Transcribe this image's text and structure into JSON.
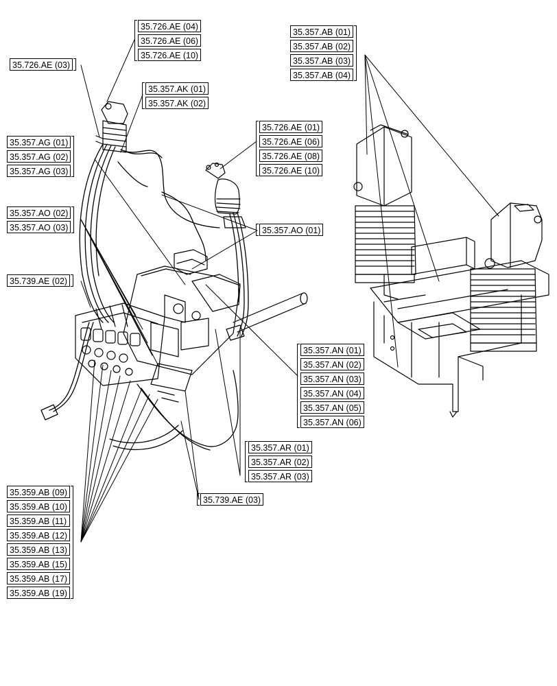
{
  "refs": {
    "g1": [
      "35.726.AE (04)",
      "35.726.AE (06)",
      "35.726.AE (10)"
    ],
    "g2": [
      "35.726.AE (03)"
    ],
    "g3": [
      "35.357.AK (01)",
      "35.357.AK (02)"
    ],
    "g4": [
      "35.357.AG (01)",
      "35.357.AG (02)",
      "35.357.AG (03)"
    ],
    "g5": [
      "35.726.AE (01)",
      "35.726.AE (06)",
      "35.726.AE (08)",
      "35.726.AE (10)"
    ],
    "g6": [
      "35.357.AO (02)",
      "35.357.AO (03)"
    ],
    "g7": [
      "35.357.AO (01)"
    ],
    "g8": [
      "35.739.AE (02)"
    ],
    "g9": [
      "35.357.AN (01)",
      "35.357.AN (02)",
      "35.357.AN (03)",
      "35.357.AN (04)",
      "35.357.AN (05)",
      "35.357.AN (06)"
    ],
    "g10": [
      "35.357.AR (01)",
      "35.357.AR (02)",
      "35.357.AR (03)"
    ],
    "g11": [
      "35.739.AE (03)"
    ],
    "g12": [
      "35.359.AB (09)",
      "35.359.AB (10)",
      "35.359.AB (11)",
      "35.359.AB (12)",
      "35.359.AB (13)",
      "35.359.AB (15)",
      "35.359.AB (17)",
      "35.359.AB (19)"
    ],
    "g13": [
      "35.357.AB (01)",
      "35.357.AB (02)",
      "35.357.AB (03)",
      "35.357.AB (04)"
    ]
  }
}
